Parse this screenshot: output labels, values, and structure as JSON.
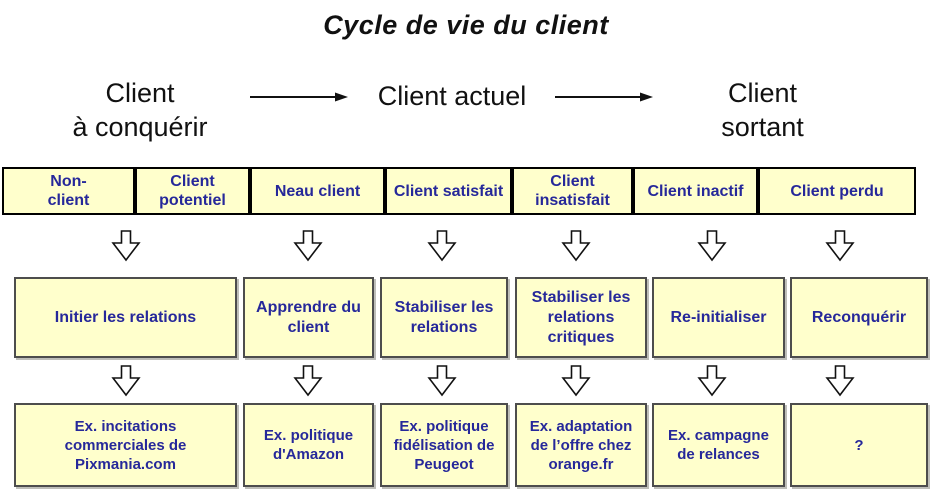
{
  "title": "Cycle de vie du client",
  "stages": {
    "left": "Client\nà conquérir",
    "center": "Client actuel",
    "right": "Client\nsortant"
  },
  "header_cells": [
    {
      "label": "Non-\nclient"
    },
    {
      "label": "Client\npotentiel"
    },
    {
      "label": "Neau client"
    },
    {
      "label": "Client satisfait"
    },
    {
      "label": "Client\ninsatisfait"
    },
    {
      "label": "Client inactif"
    },
    {
      "label": "Client perdu"
    }
  ],
  "action_boxes": [
    {
      "label": "Initier les relations"
    },
    {
      "label": "Apprendre du\nclient"
    },
    {
      "label": "Stabiliser les\nrelations"
    },
    {
      "label": "Stabiliser les\nrelations\ncritiques"
    },
    {
      "label": "Re-initialiser"
    },
    {
      "label": "Reconquérir"
    }
  ],
  "example_boxes": [
    {
      "label": "Ex. incitations\ncommerciales de\nPixmania.com"
    },
    {
      "label": "Ex. politique\nd'Amazon"
    },
    {
      "label": "Ex. politique\nfidélisation de\nPeugeot"
    },
    {
      "label": "Ex. adaptation\nde l’offre chez\norange.fr"
    },
    {
      "label": "Ex. campagne\nde relances"
    },
    {
      "label": "?"
    }
  ],
  "colors": {
    "box_fill": "#FFFFCC",
    "text_blue": "#26289A",
    "header_border": "#000000",
    "box_border": "#4D4D4D"
  }
}
